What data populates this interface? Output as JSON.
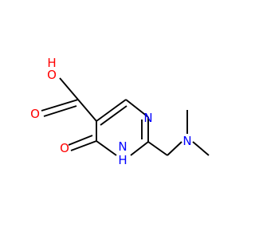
{
  "molecule": {
    "atoms": {
      "hydroxyl_o": "O",
      "hydroxyl_h": "H",
      "carbonyl_o_acid": "O",
      "ring_n": "N",
      "ring_nh": "N",
      "ring_nh_h": "H",
      "keto_o": "O",
      "amine_n": "N"
    },
    "colors": {
      "bond": "#000000",
      "oxygen": "#ff0000",
      "nitrogen": "#0000ff"
    }
  }
}
